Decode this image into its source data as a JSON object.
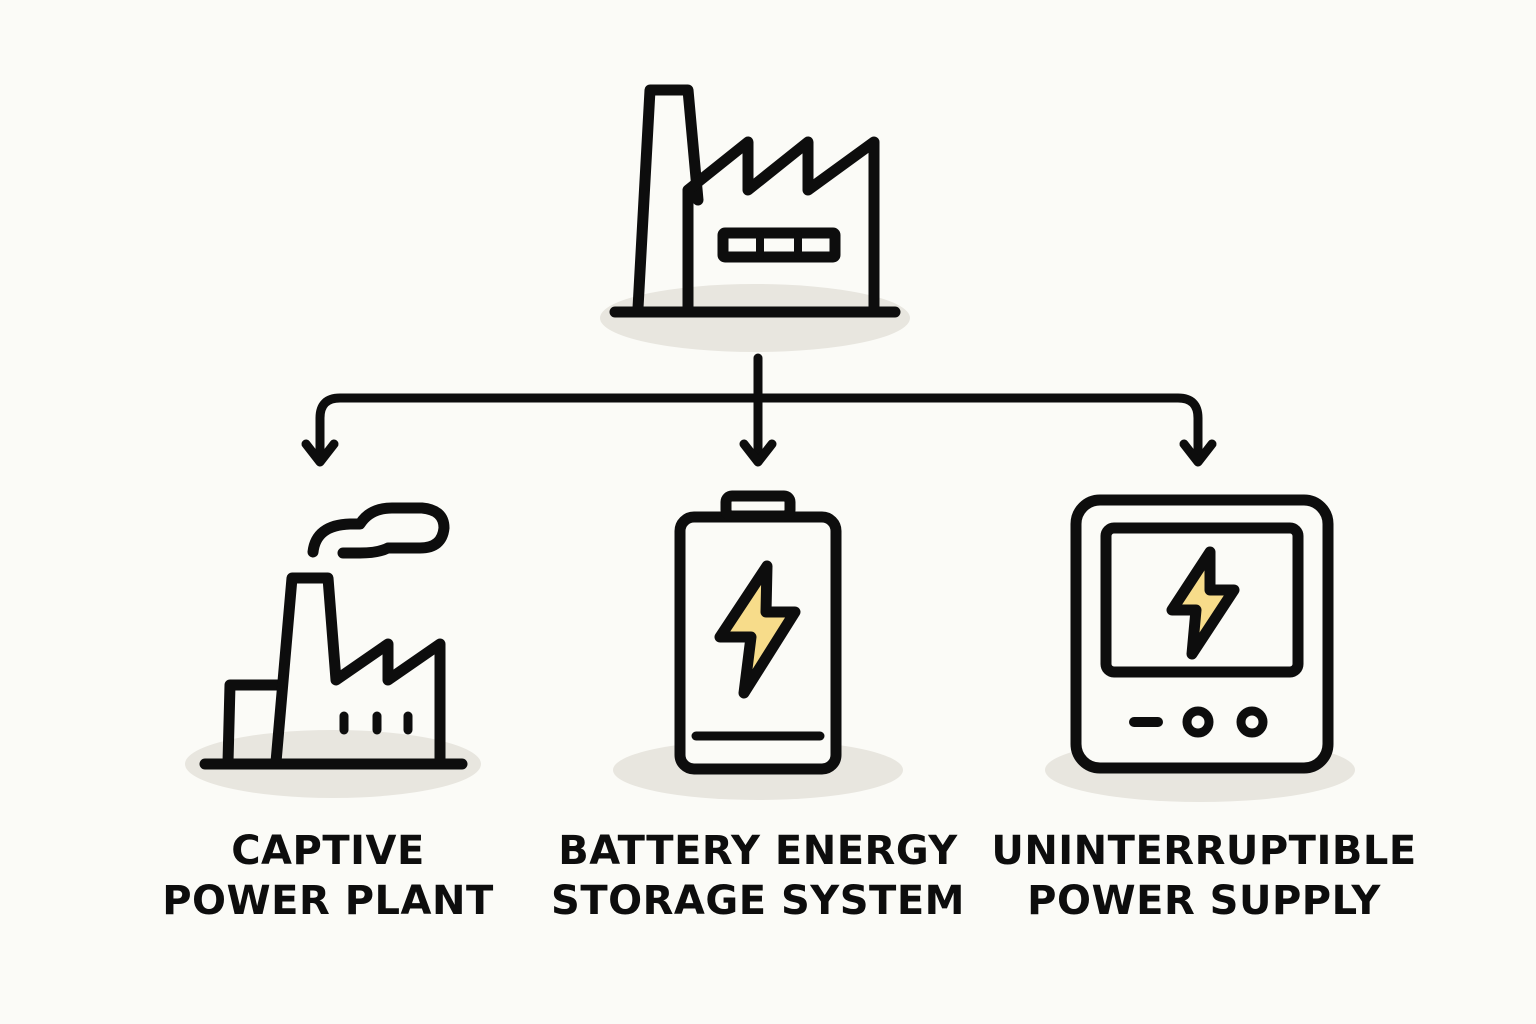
{
  "diagram": {
    "title": "",
    "root": {
      "name": "Industrial Facility",
      "icon": "factory-icon"
    },
    "connector": "branching-arrow",
    "children": [
      {
        "id": "captive",
        "label_lines": [
          "CAPTIVE",
          "POWER PLANT"
        ],
        "icon": "power-plant-icon"
      },
      {
        "id": "bess",
        "label_lines": [
          "BATTERY ENERGY",
          "STORAGE SYSTEM"
        ],
        "icon": "battery-icon"
      },
      {
        "id": "ups",
        "label_lines": [
          "UNINTERRUPTIBLE",
          "POWER SUPPLY"
        ],
        "icon": "ups-icon"
      }
    ]
  },
  "colors": {
    "background": "#fbfbf7",
    "stroke": "#0d0d0d",
    "shadow": "#e8e6df",
    "accent_bolt": "#f7dc8a"
  }
}
